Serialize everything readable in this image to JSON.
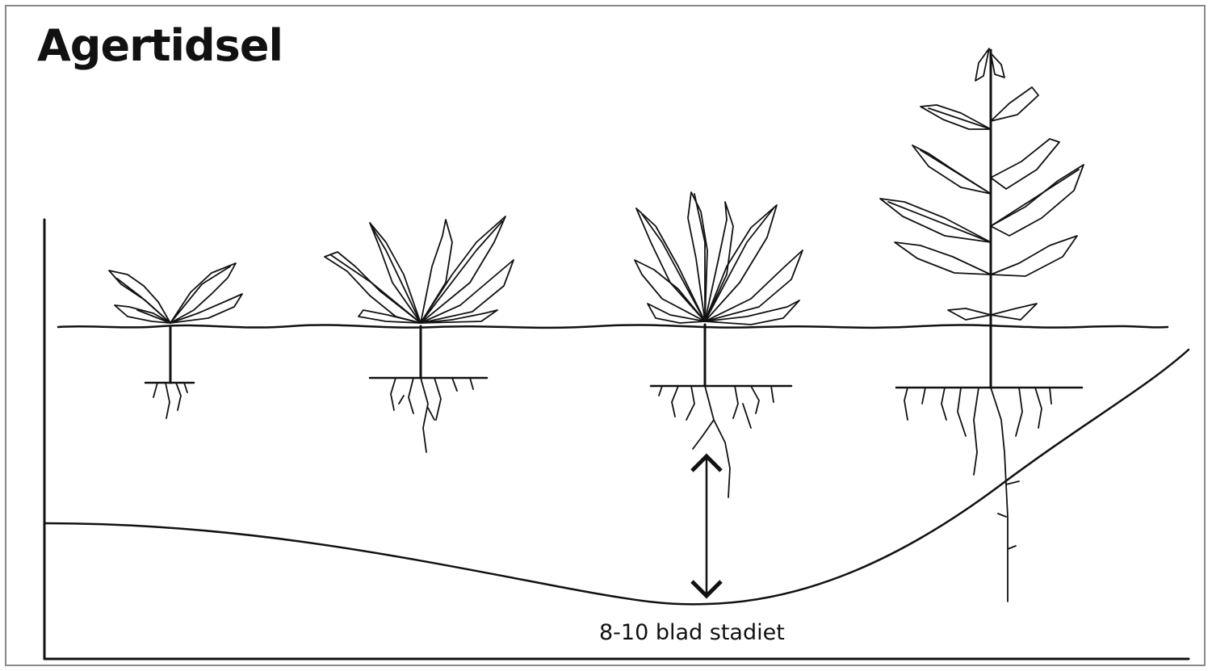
{
  "diagram": {
    "title": "Agertidsel",
    "caption": "8-10 blad stadiet",
    "stroke_color": "#111111",
    "frame_color": "#8a8a8a",
    "stages": [
      {
        "name": "seedling"
      },
      {
        "name": "rosette-small"
      },
      {
        "name": "rosette-large"
      },
      {
        "name": "shooting"
      }
    ]
  }
}
